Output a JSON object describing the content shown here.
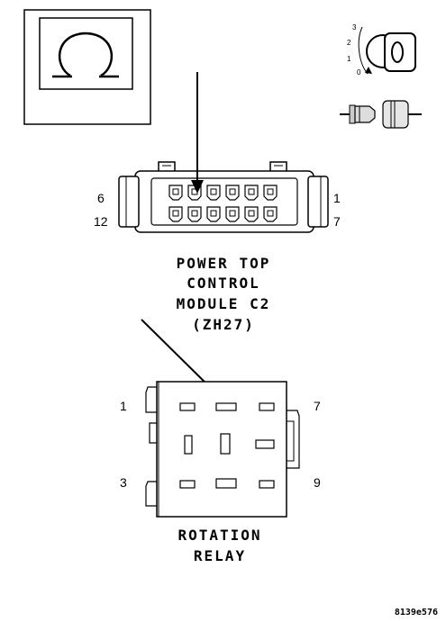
{
  "c2_connector": {
    "pin_top_left": "6",
    "pin_bottom_left": "12",
    "pin_top_right": "1",
    "pin_bottom_right": "7",
    "caption": [
      "POWER TOP",
      "CONTROL",
      "MODULE C2",
      "(ZH27)"
    ]
  },
  "relay": {
    "pin_top_left": "1",
    "pin_bottom_left": "3",
    "pin_top_right": "7",
    "pin_bottom_right": "9",
    "caption": [
      "ROTATION",
      "RELAY"
    ]
  },
  "ignition_key": {
    "positions": [
      "3",
      "2",
      "1",
      "0"
    ]
  },
  "figure_code": "8139e576"
}
